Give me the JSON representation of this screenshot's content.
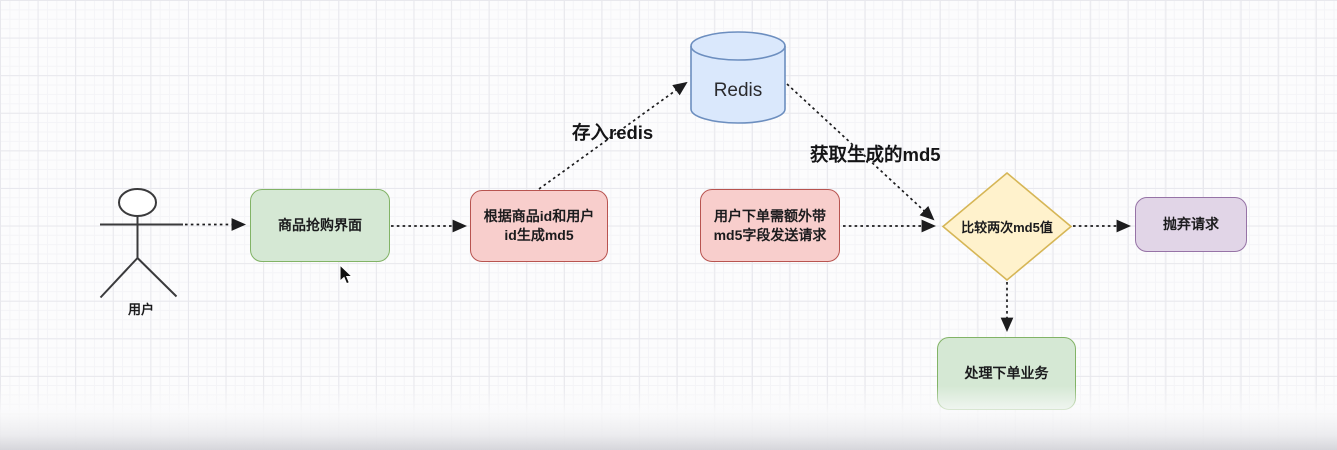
{
  "colors": {
    "green_fill": "#d5e8d4",
    "green_stroke": "#82b366",
    "red_fill": "#f8cecc",
    "red_stroke": "#b85450",
    "blue_fill": "#dae8fc",
    "blue_stroke": "#6c8ebf",
    "yellow_fill": "#fff2cc",
    "yellow_stroke": "#d6b656",
    "purple_fill": "#e1d5e7",
    "purple_stroke": "#9673a6",
    "line": "#1c1c1e"
  },
  "diagram": {
    "actor": {
      "label": "用户"
    },
    "nodes": {
      "purchase_ui": {
        "label": "商品抢购界面"
      },
      "gen_md5": {
        "label": "根据商品id和用户id生成md5"
      },
      "redis": {
        "label": "Redis"
      },
      "order_request": {
        "label": "用户下单需额外带md5字段发送请求"
      },
      "compare_md5": {
        "label": "比较两次md5值"
      },
      "discard_request": {
        "label": "抛弃请求"
      },
      "process_order": {
        "label": "处理下单业务"
      }
    },
    "edge_labels": {
      "store_redis": "存入redis",
      "fetch_md5": "获取生成的md5"
    }
  }
}
